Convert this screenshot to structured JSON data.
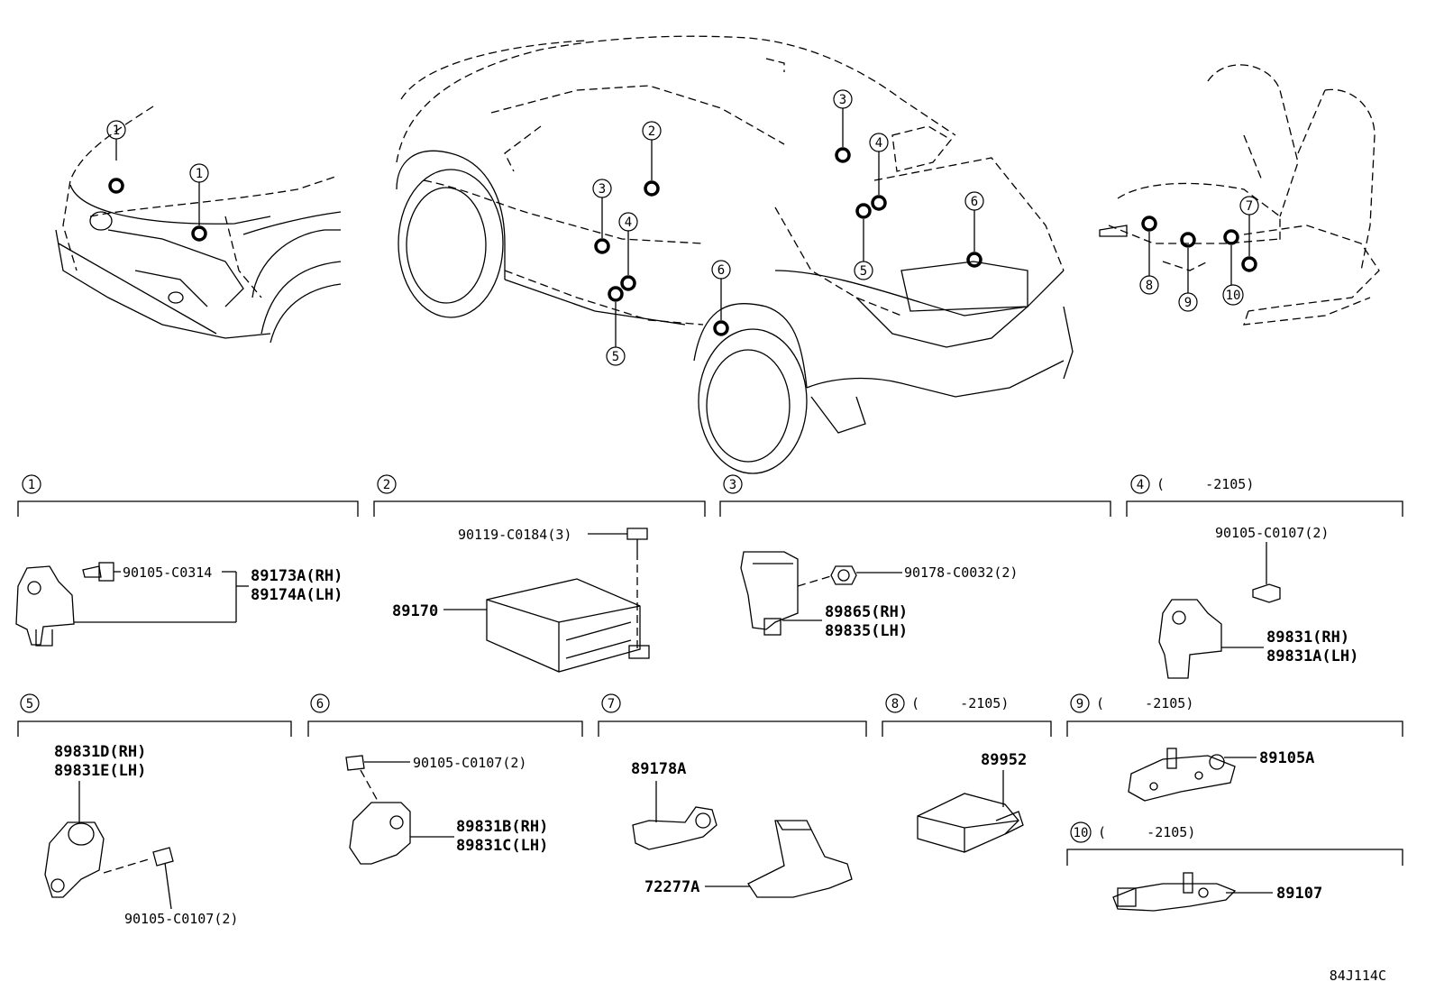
{
  "diagram_code": "84J114C",
  "overview_callouts": [
    "1",
    "1",
    "2",
    "3",
    "3",
    "4",
    "4",
    "5",
    "5",
    "6",
    "6",
    "7",
    "8",
    "9",
    "10"
  ],
  "sections": [
    {
      "num": "1",
      "note": "",
      "parts": [
        {
          "label": "90105-C0314"
        },
        {
          "label": "89173A(RH)"
        },
        {
          "label": "89174A(LH)"
        }
      ]
    },
    {
      "num": "2",
      "note": "",
      "parts": [
        {
          "label": "90119-C0184(3)"
        },
        {
          "label": "89170"
        }
      ]
    },
    {
      "num": "3",
      "note": "",
      "parts": [
        {
          "label": "90178-C0032(2)"
        },
        {
          "label": "89865(RH)"
        },
        {
          "label": "89835(LH)"
        }
      ]
    },
    {
      "num": "4",
      "note": "(     -2105)",
      "parts": [
        {
          "label": "90105-C0107(2)"
        },
        {
          "label": "89831(RH)"
        },
        {
          "label": "89831A(LH)"
        }
      ]
    },
    {
      "num": "5",
      "note": "",
      "parts": [
        {
          "label": "89831D(RH)"
        },
        {
          "label": "89831E(LH)"
        },
        {
          "label": "90105-C0107(2)"
        }
      ]
    },
    {
      "num": "6",
      "note": "",
      "parts": [
        {
          "label": "90105-C0107(2)"
        },
        {
          "label": "89831B(RH)"
        },
        {
          "label": "89831C(LH)"
        }
      ]
    },
    {
      "num": "7",
      "note": "",
      "parts": [
        {
          "label": "89178A"
        },
        {
          "label": "72277A"
        }
      ]
    },
    {
      "num": "8",
      "note": "(     -2105)",
      "parts": [
        {
          "label": "89952"
        }
      ]
    },
    {
      "num": "9",
      "note": "(     -2105)",
      "parts": [
        {
          "label": "89105A"
        }
      ]
    },
    {
      "num": "10",
      "note": "(     -2105)",
      "parts": [
        {
          "label": "89107"
        }
      ]
    }
  ]
}
